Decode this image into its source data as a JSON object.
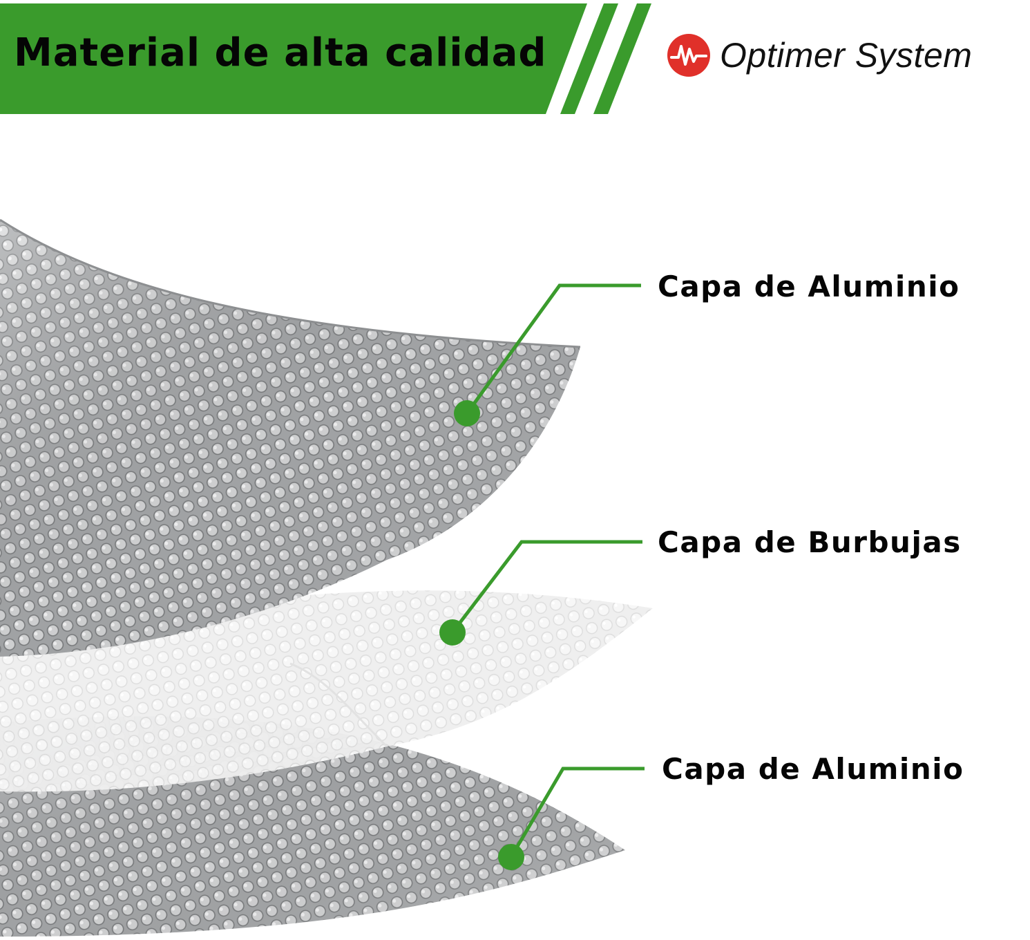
{
  "banner": {
    "title": "Material de alta calidad",
    "color": "#3a9b2c"
  },
  "brand": {
    "name": "Optimer System",
    "icon": "heartbeat-logo-icon",
    "icon_color": "#e0302a"
  },
  "diagram": {
    "layers": [
      {
        "label": "Capa de Aluminio",
        "material": "aluminium-bubble-sheet"
      },
      {
        "label": "Capa de Burbujas",
        "material": "clear-bubble-sheet"
      },
      {
        "label": "Capa de Aluminio",
        "material": "aluminium-bubble-sheet"
      }
    ],
    "callout_color": "#3a9b2c"
  }
}
